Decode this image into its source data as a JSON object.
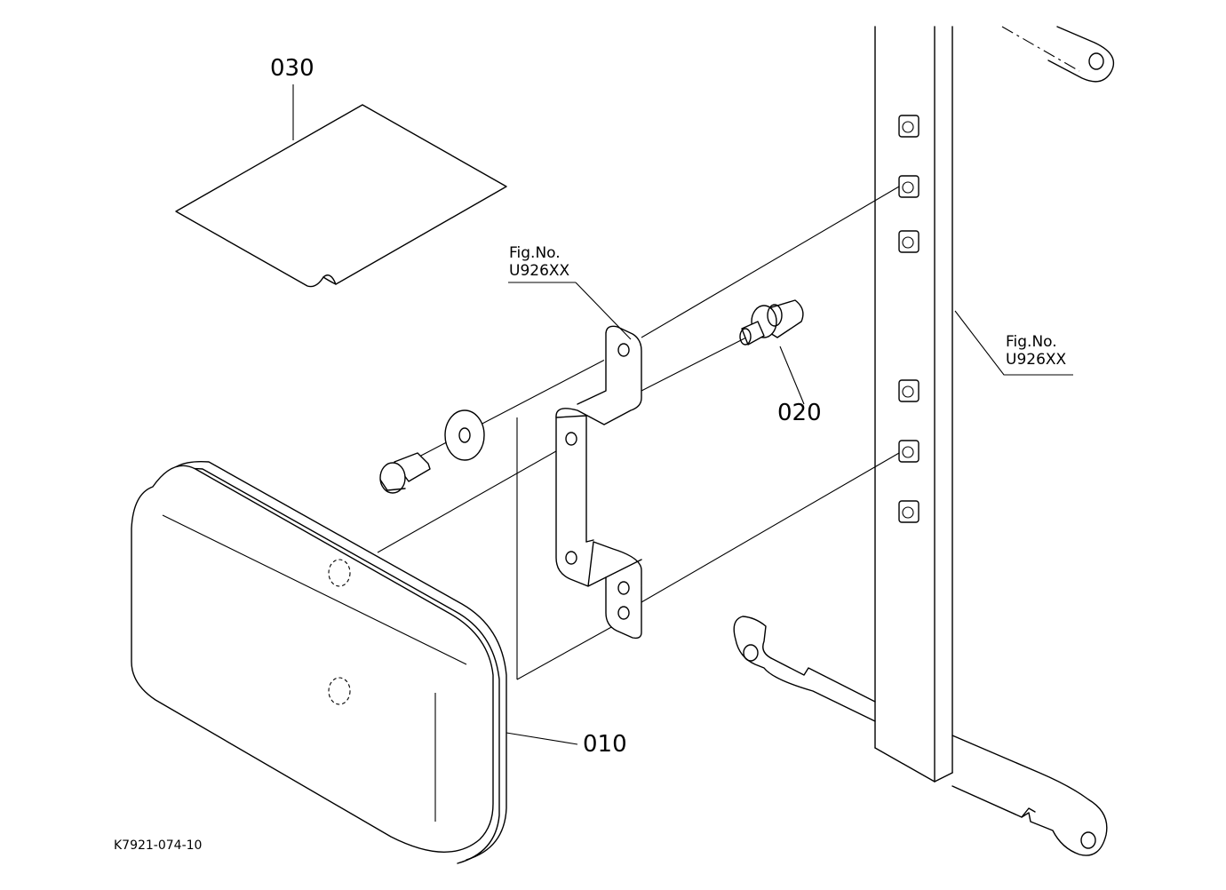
{
  "labels": {
    "part_030": "030",
    "part_020": "020",
    "part_010": "010",
    "fig_ref_1_line1": "Fig.No.",
    "fig_ref_1_line2": "U926XX",
    "fig_ref_2_line1": "Fig.No.",
    "fig_ref_2_line2": "U926XX",
    "drawing_code": "K7921-074-10"
  }
}
